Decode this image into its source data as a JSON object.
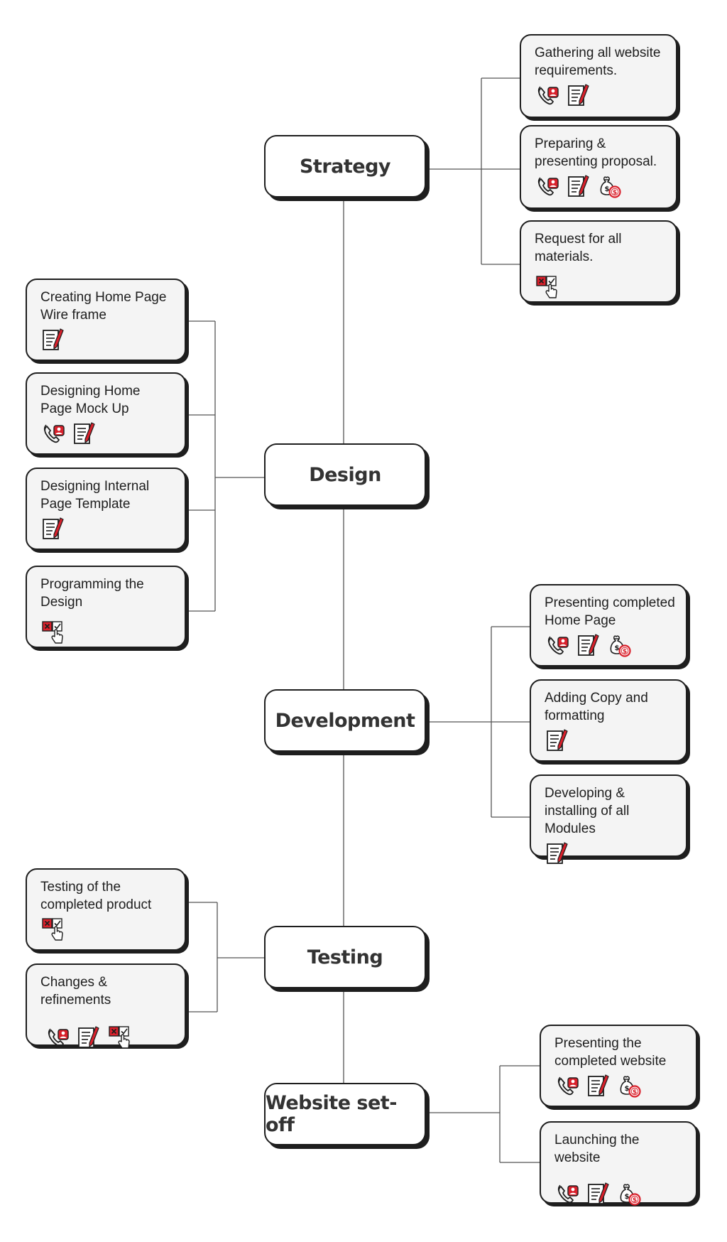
{
  "icons": {
    "phone": "phone-call-icon",
    "document": "document-edit-icon",
    "money": "money-bag-icon",
    "checklist": "checklist-click-icon"
  },
  "colors": {
    "accent": "#d9202b",
    "stroke": "#1e1e1e",
    "box_fill": "#f4f4f4"
  },
  "phases": [
    {
      "label": "Strategy",
      "tasks": [
        {
          "label": "Gathering all website requirements.",
          "icons": [
            "phone",
            "document"
          ]
        },
        {
          "label": "Preparing & presenting proposal.",
          "icons": [
            "phone",
            "document",
            "money"
          ]
        },
        {
          "label": "Request for all materials.",
          "icons": [
            "checklist"
          ]
        }
      ]
    },
    {
      "label": "Design",
      "tasks": [
        {
          "label": "Creating Home Page Wire frame",
          "icons": [
            "document"
          ]
        },
        {
          "label": "Designing Home Page Mock Up",
          "icons": [
            "phone",
            "document"
          ]
        },
        {
          "label": "Designing Internal Page Template",
          "icons": [
            "document"
          ]
        },
        {
          "label": "Programming the Design",
          "icons": [
            "checklist"
          ]
        }
      ]
    },
    {
      "label": "Development",
      "tasks": [
        {
          "label": "Presenting completed Home Page",
          "icons": [
            "phone",
            "document",
            "money"
          ]
        },
        {
          "label": "Adding Copy and formatting",
          "icons": [
            "document"
          ]
        },
        {
          "label": "Developing & installing of all Modules",
          "icons": [
            "document"
          ]
        }
      ]
    },
    {
      "label": "Testing",
      "tasks": [
        {
          "label": "Testing of the completed product",
          "icons": [
            "checklist"
          ]
        },
        {
          "label": "Changes & refinements",
          "icons": [
            "phone",
            "document",
            "checklist"
          ]
        }
      ]
    },
    {
      "label": "Website set-off",
      "tasks": [
        {
          "label": "Presenting the completed website",
          "icons": [
            "phone",
            "document",
            "money"
          ]
        },
        {
          "label": "Launching the website",
          "icons": [
            "phone",
            "document",
            "money"
          ]
        }
      ]
    }
  ]
}
